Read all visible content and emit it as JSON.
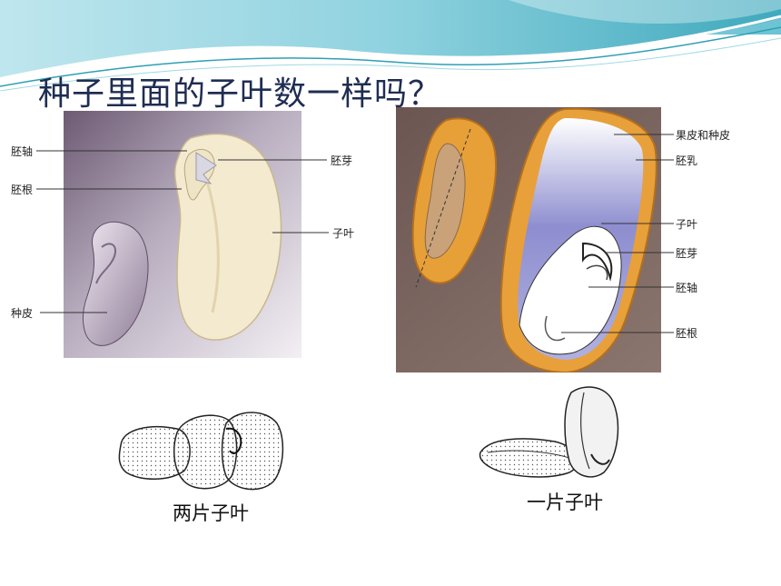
{
  "title": "种子里面的子叶数一样吗？",
  "colors": {
    "title_text": "#1f2d52",
    "banner_teal": "#4fb6c8",
    "bean_panel_bg": "#b8adbf",
    "corn_panel_bg": "#7b6660",
    "corn_shell": "#e19a3a",
    "endosperm": "#9b9bd6"
  },
  "bean_diagram": {
    "labels": {
      "hypocotyl": "胚轴",
      "radicle": "胚根",
      "plumule": "胚芽",
      "cotyledon": "子叶",
      "seed_coat": "种皮"
    }
  },
  "corn_diagram": {
    "labels": {
      "pericarp_seed_coat": "果皮和种皮",
      "endosperm": "胚乳",
      "cotyledon": "子叶",
      "plumule": "胚芽",
      "hypocotyl": "胚轴",
      "radicle": "胚根"
    }
  },
  "captions": {
    "two_cotyledons": "两片子叶",
    "one_cotyledon": "一片子叶"
  }
}
